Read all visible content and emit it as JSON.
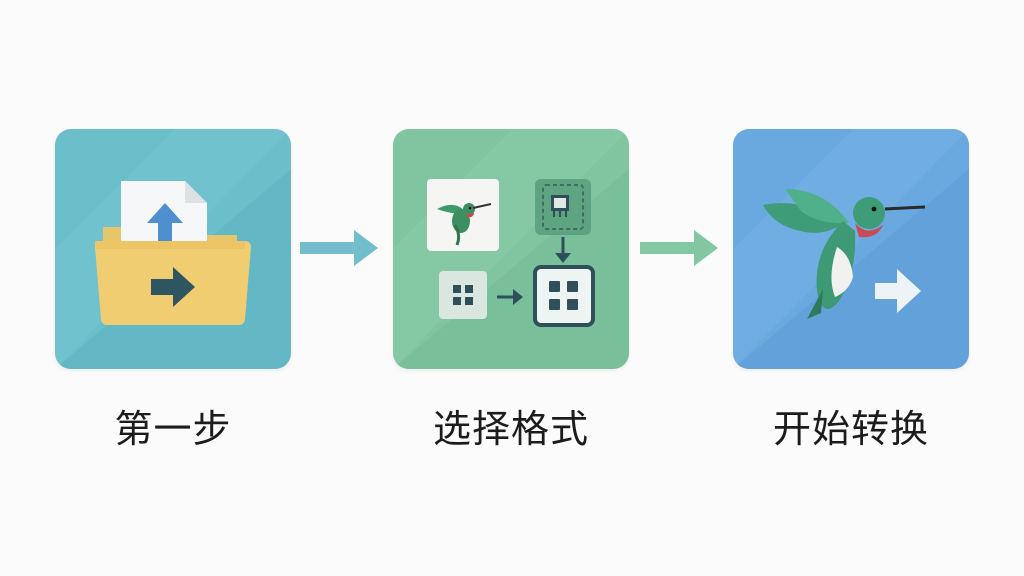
{
  "steps": [
    {
      "label": "第一步",
      "icon": "folder-upload-icon",
      "color": "#6fbfca"
    },
    {
      "label": "选择格式",
      "icon": "format-select-icon",
      "color": "#7fc4a0"
    },
    {
      "label": "开始转换",
      "icon": "hummingbird-convert-icon",
      "color": "#6aa8e0"
    }
  ],
  "connectors": [
    {
      "icon": "arrow-right-icon",
      "color": "#6fbfca"
    },
    {
      "icon": "arrow-right-icon",
      "color": "#7fc4a0"
    }
  ]
}
